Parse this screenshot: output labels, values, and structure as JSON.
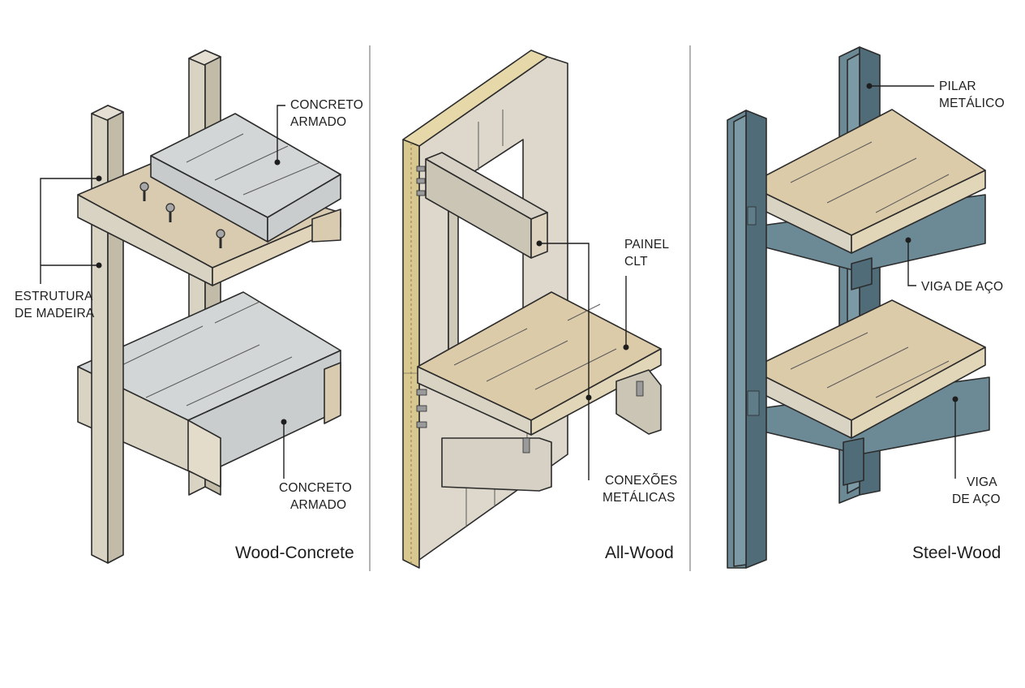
{
  "panels": [
    {
      "title": "Wood-Concrete",
      "labels": {
        "concrete_top": [
          "CONCRETO",
          "ARMADO"
        ],
        "wood_structure": [
          "ESTRUTURA",
          "DE MADEIRA"
        ],
        "concrete_bottom": [
          "CONCRETO",
          "ARMADO"
        ]
      }
    },
    {
      "title": "All-Wood",
      "labels": {
        "clt_panel": [
          "PAINEL",
          "CLT"
        ],
        "metal_connections": [
          "CONEXÕES",
          "METÁLICAS"
        ]
      }
    },
    {
      "title": "Steel-Wood",
      "labels": {
        "steel_column": [
          "PILAR",
          "METÁLICO"
        ],
        "steel_beam_top": [
          "VIGA DE AÇO"
        ],
        "steel_beam_bottom": [
          "VIGA",
          "DE AÇO"
        ]
      }
    }
  ],
  "colors": {
    "timber": "#d9d3c3",
    "timber_dark": "#c2bba8",
    "clt": "#dccba8",
    "concrete": "#d3d6d6",
    "steel": "#6b8a96",
    "steel_dark": "#4f6c78",
    "outline": "#2c2c2c",
    "divider": "#8a8a8a"
  }
}
